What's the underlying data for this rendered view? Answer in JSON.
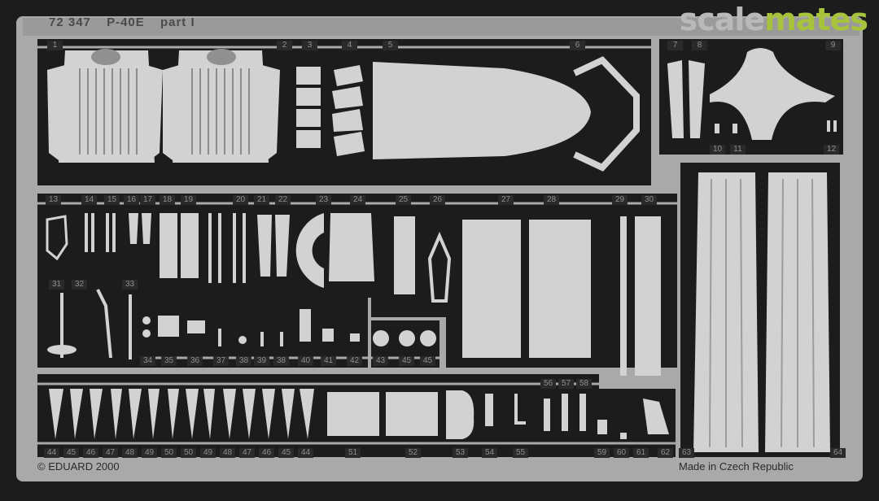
{
  "header": {
    "code": "72 347",
    "model": "P-40E",
    "part": "part I"
  },
  "brand": {
    "part1": "scale",
    "part2": "mates"
  },
  "footer": {
    "copyright": "© EDUARD 2000",
    "origin": "Made in Czech Republic"
  },
  "part_numbers": [
    "1",
    "2",
    "3",
    "4",
    "5",
    "6",
    "7",
    "8",
    "9",
    "10",
    "11",
    "12",
    "13",
    "14",
    "15",
    "16",
    "17",
    "18",
    "19",
    "20",
    "21",
    "22",
    "23",
    "24",
    "25",
    "26",
    "27",
    "28",
    "29",
    "30",
    "31",
    "32",
    "33",
    "34",
    "35",
    "36",
    "37",
    "38",
    "39",
    "38",
    "40",
    "41",
    "42",
    "43",
    "45",
    "45",
    "44",
    "45",
    "46",
    "47",
    "48",
    "49",
    "50",
    "50",
    "49",
    "48",
    "47",
    "46",
    "45",
    "44",
    "51",
    "52",
    "53",
    "54",
    "55",
    "56",
    "57",
    "58",
    "59",
    "60",
    "61",
    "62",
    "63",
    "64"
  ],
  "colors": {
    "background": "#1c1c1c",
    "fret": "#a9a9a9",
    "detail": "#d2d2d2",
    "brand_grey": "#b9b9b9",
    "brand_green": "#a7c33b"
  }
}
